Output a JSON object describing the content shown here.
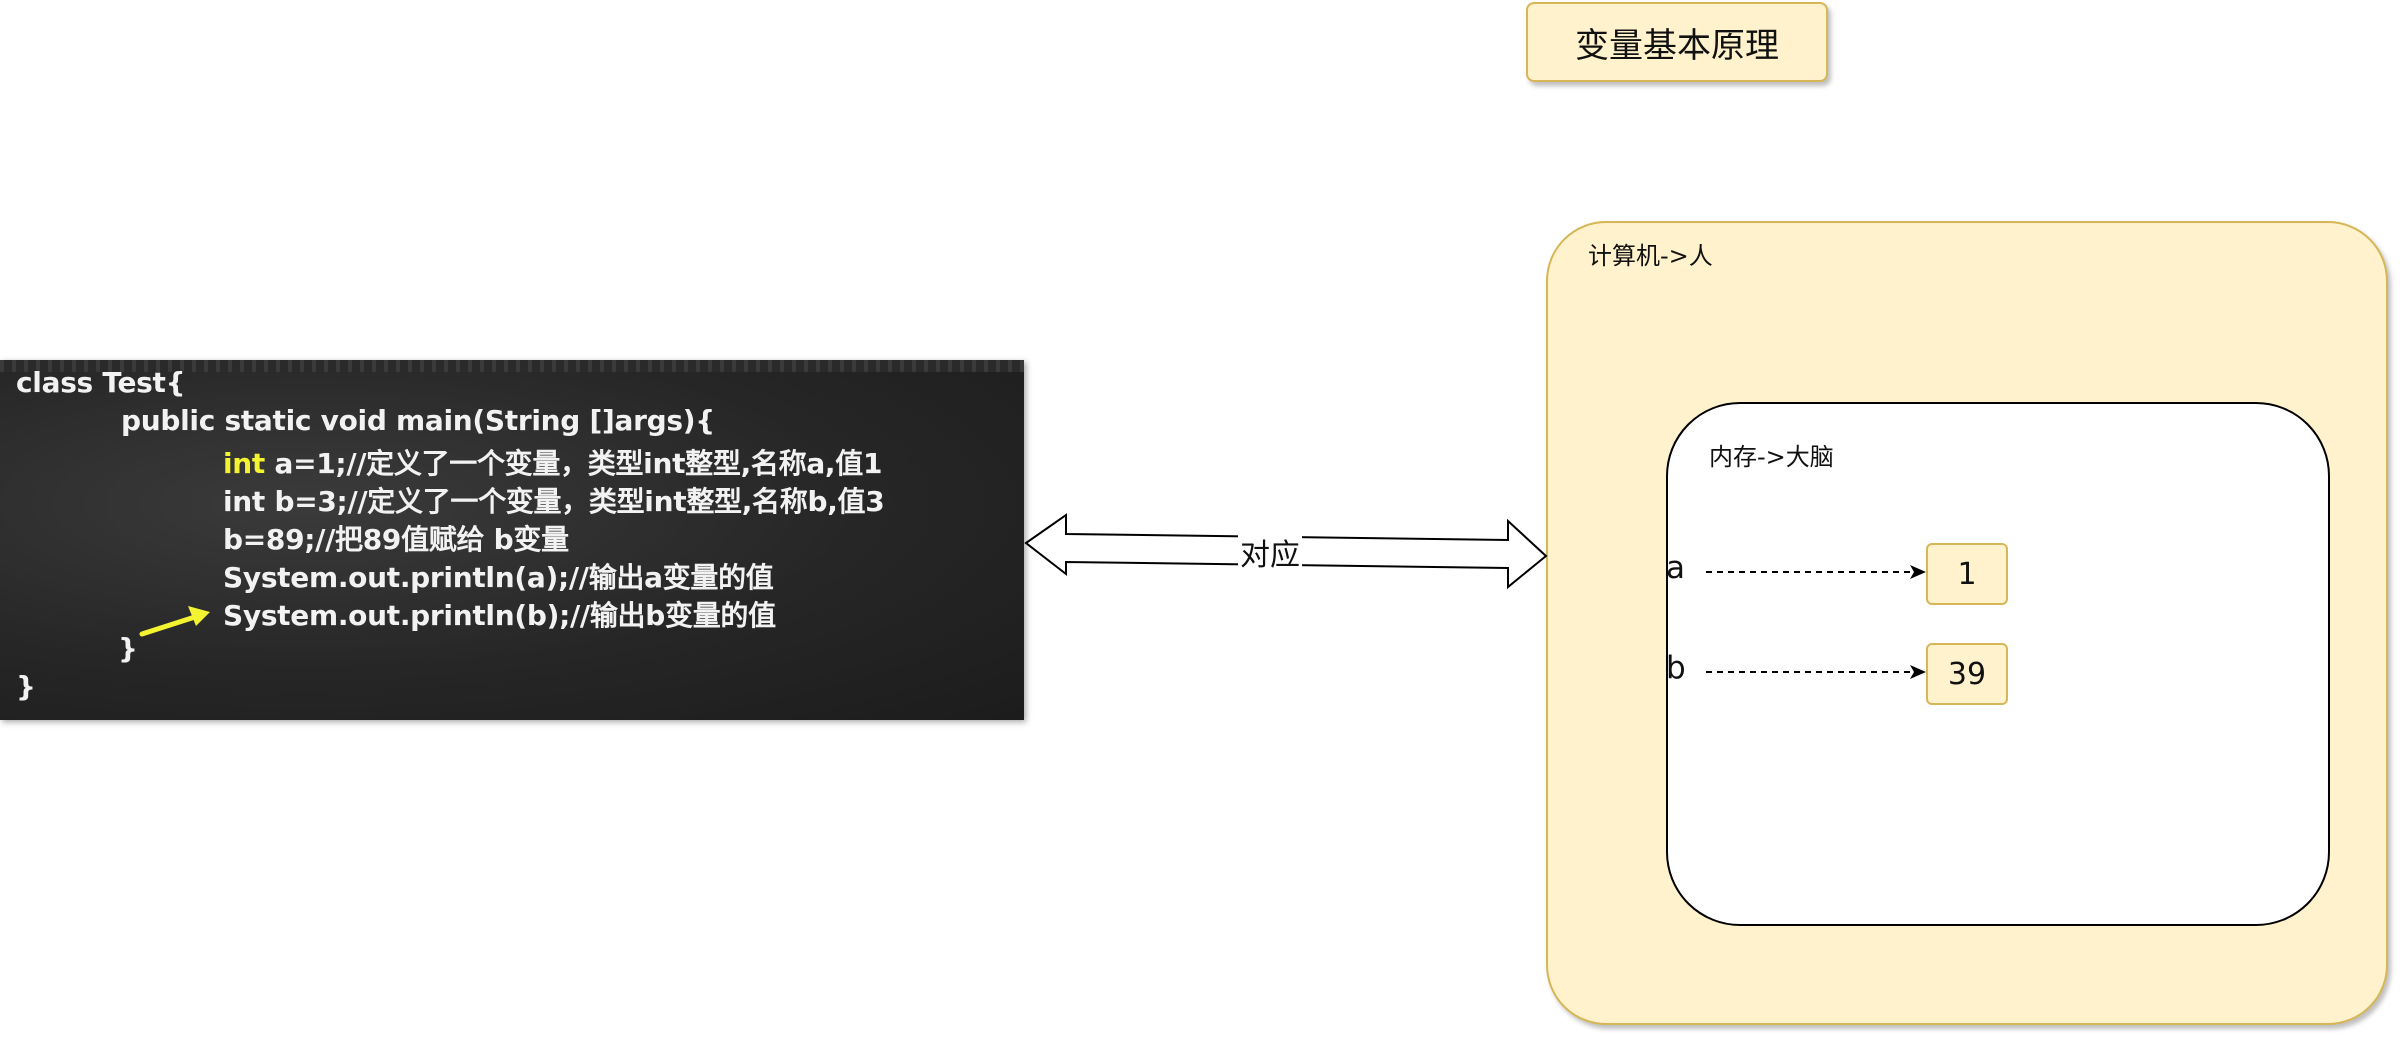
{
  "title": "变量基本原理",
  "computer": {
    "label": "计算机->人",
    "memory": {
      "label": "内存->大脑",
      "variables": [
        {
          "name": "a",
          "value": "1"
        },
        {
          "name": "b",
          "value": "39"
        }
      ]
    }
  },
  "mapping_label": "对应",
  "code": {
    "lines": [
      {
        "text": "class Test{"
      },
      {
        "text": "public static void main(String []args){"
      },
      {
        "keyword": "int",
        "text": " a=1;//定义了一个变量，类型int整型,名称a,值1"
      },
      {
        "text": "int b=3;//定义了一个变量，类型int整型,名称b,值3"
      },
      {
        "text": "b=89;//把89值赋给 b变量"
      },
      {
        "text": "System.out.println(a);//输出a变量的值"
      },
      {
        "text": "System.out.println(b);//输出b变量的值"
      },
      {
        "text": "}"
      },
      {
        "text": "}"
      }
    ]
  },
  "colors": {
    "node_fill": "#fff2cc",
    "node_stroke": "#d6b656",
    "code_highlight": "#f3f332"
  }
}
